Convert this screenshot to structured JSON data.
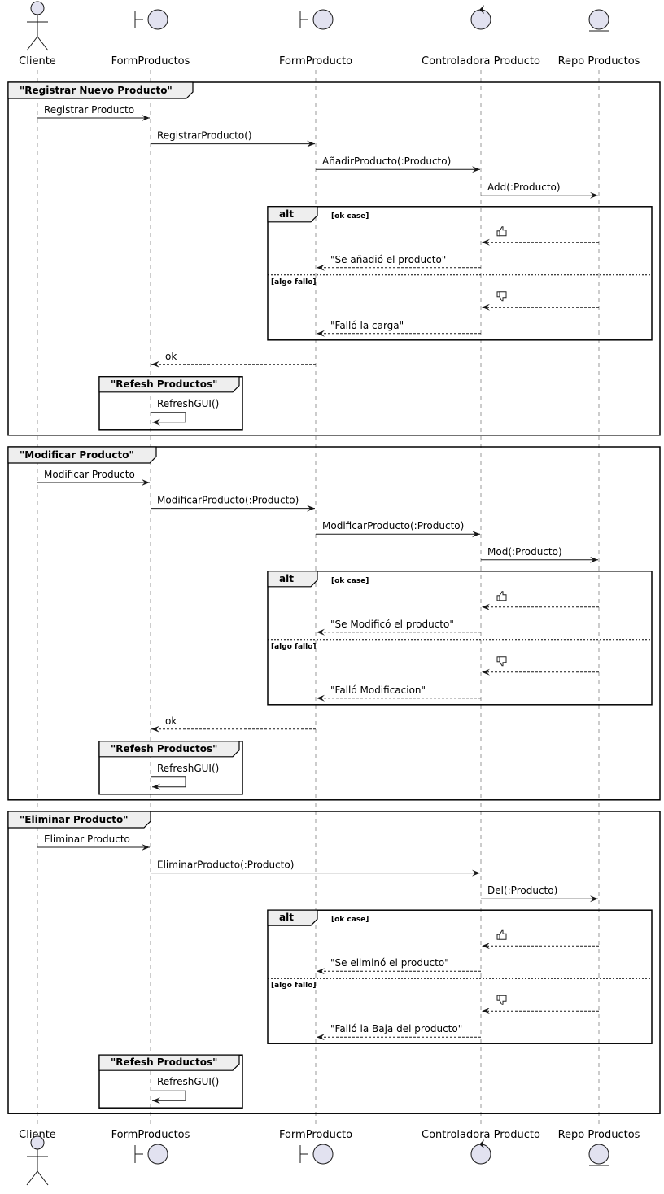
{
  "participants": [
    {
      "id": "cliente",
      "name": "Cliente",
      "type": "actor"
    },
    {
      "id": "formproductos",
      "name": "FormProductos",
      "type": "boundary"
    },
    {
      "id": "formproducto",
      "name": "FormProducto",
      "type": "boundary"
    },
    {
      "id": "controladora",
      "name": "Controladora Producto",
      "type": "control"
    },
    {
      "id": "repo",
      "name": "Repo Productos",
      "type": "entity"
    }
  ],
  "colors": {
    "participant_fill": "#e2e2f0",
    "tab_fill": "#eeeeee",
    "line": "#181818"
  },
  "sections": [
    {
      "title": "\"Registrar Nuevo Producto\"",
      "messages": [
        {
          "from": "cliente",
          "to": "formproductos",
          "label": "Registrar Producto"
        },
        {
          "from": "formproductos",
          "to": "formproducto",
          "label": "RegistrarProducto()"
        },
        {
          "from": "formproducto",
          "to": "controladora",
          "label": "AñadirProducto(:Producto)"
        },
        {
          "from": "controladora",
          "to": "repo",
          "label": "Add(:Producto)"
        }
      ],
      "alt": {
        "label": "alt",
        "cases": [
          {
            "guard": "[ok case]",
            "messages": [
              {
                "from": "repo",
                "to": "controladora",
                "icon": "thumbs-up-icon"
              },
              {
                "from": "controladora",
                "to": "formproducto",
                "label": "\"Se añadió el producto\""
              }
            ]
          },
          {
            "guard": "[algo fallo]",
            "messages": [
              {
                "from": "repo",
                "to": "controladora",
                "icon": "thumbs-down-icon"
              },
              {
                "from": "controladora",
                "to": "formproducto",
                "label": "\"Falló la carga\""
              }
            ]
          }
        ]
      },
      "reply": {
        "from": "formproducto",
        "to": "formproductos",
        "label": "ok"
      },
      "refresh": {
        "title": "\"Refesh Productos\"",
        "message": "RefreshGUI()"
      }
    },
    {
      "title": "\"Modificar Producto\"",
      "messages": [
        {
          "from": "cliente",
          "to": "formproductos",
          "label": "Modificar Producto"
        },
        {
          "from": "formproductos",
          "to": "formproducto",
          "label": "ModificarProducto(:Producto)"
        },
        {
          "from": "formproducto",
          "to": "controladora",
          "label": "ModificarProducto(:Producto)"
        },
        {
          "from": "controladora",
          "to": "repo",
          "label": "Mod(:Producto)"
        }
      ],
      "alt": {
        "label": "alt",
        "cases": [
          {
            "guard": "[ok case]",
            "messages": [
              {
                "from": "repo",
                "to": "controladora",
                "icon": "thumbs-up-icon"
              },
              {
                "from": "controladora",
                "to": "formproducto",
                "label": "\"Se Modificó el producto\""
              }
            ]
          },
          {
            "guard": "[algo fallo]",
            "messages": [
              {
                "from": "repo",
                "to": "controladora",
                "icon": "thumbs-down-icon"
              },
              {
                "from": "controladora",
                "to": "formproducto",
                "label": "\"Falló Modificacion\""
              }
            ]
          }
        ]
      },
      "reply": {
        "from": "formproducto",
        "to": "formproductos",
        "label": "ok"
      },
      "refresh": {
        "title": "\"Refesh Productos\"",
        "message": "RefreshGUI()"
      }
    },
    {
      "title": "\"Eliminar Producto\"",
      "messages": [
        {
          "from": "cliente",
          "to": "formproductos",
          "label": "Eliminar Producto"
        },
        {
          "from": "formproductos",
          "to": "controladora",
          "label": "EliminarProducto(:Producto)"
        },
        {
          "from": "controladora",
          "to": "repo",
          "label": "Del(:Producto)"
        }
      ],
      "alt": {
        "label": "alt",
        "cases": [
          {
            "guard": "[ok case]",
            "messages": [
              {
                "from": "repo",
                "to": "controladora",
                "icon": "thumbs-up-icon"
              },
              {
                "from": "controladora",
                "to": "formproducto",
                "label": "\"Se eliminó el producto\""
              }
            ]
          },
          {
            "guard": "[algo fallo]",
            "messages": [
              {
                "from": "repo",
                "to": "controladora",
                "icon": "thumbs-down-icon"
              },
              {
                "from": "controladora",
                "to": "formproducto",
                "label": "\"Falló la Baja del producto\""
              }
            ]
          }
        ]
      },
      "refresh": {
        "title": "\"Refesh Productos\"",
        "message": "RefreshGUI()"
      }
    }
  ]
}
